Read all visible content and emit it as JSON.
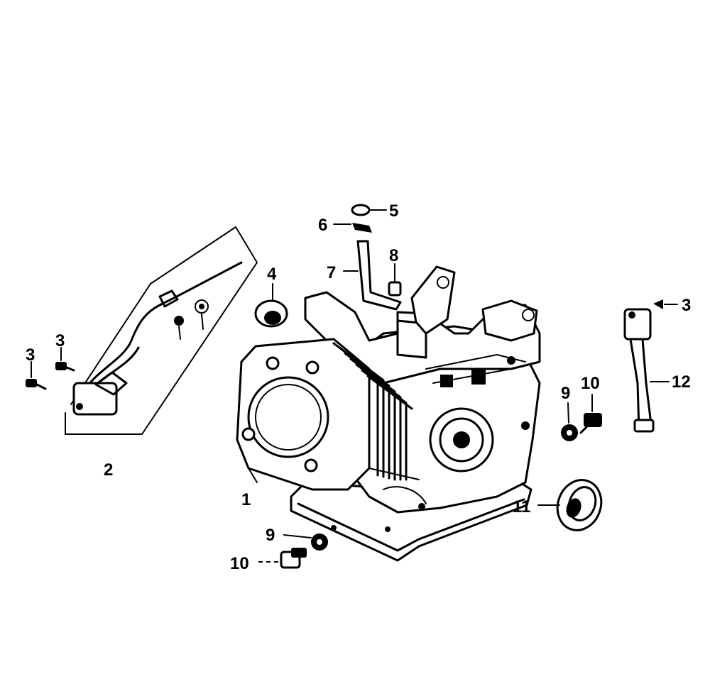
{
  "callouts": {
    "c1": "1",
    "c2": "2",
    "c3_left": "3",
    "c3_mid": "3",
    "c3_right": "3",
    "c4": "4",
    "c5": "5",
    "c6": "6",
    "c7": "7",
    "c8": "8",
    "c9_right": "9",
    "c9_bottom": "9",
    "c10_right": "10",
    "c10_bottom": "10",
    "c11": "11",
    "c12": "12"
  }
}
